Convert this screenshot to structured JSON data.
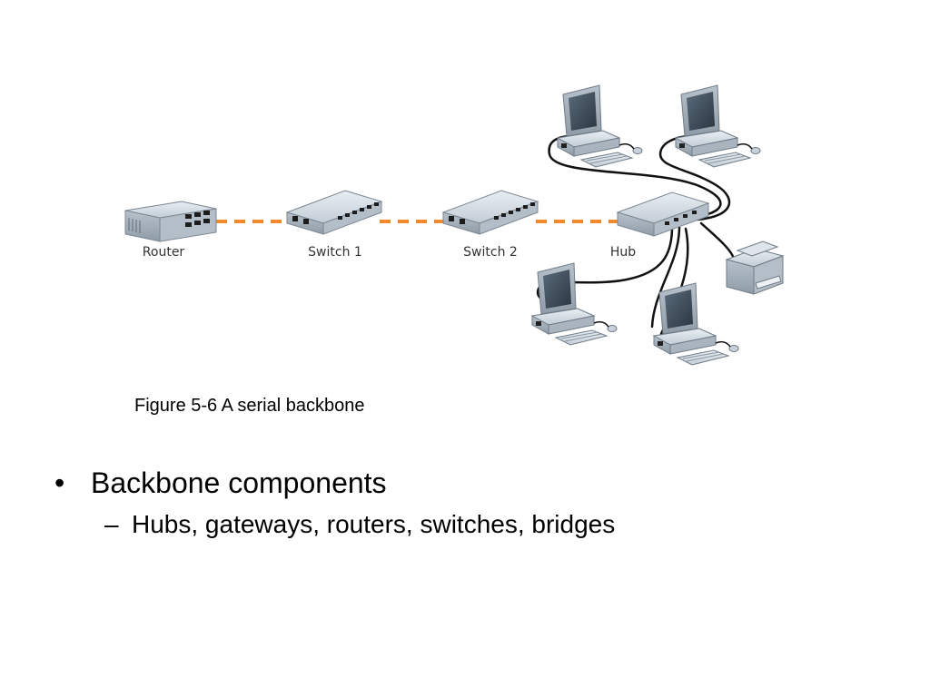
{
  "diagram": {
    "devices": {
      "router": "Router",
      "switch1": "Switch 1",
      "switch2": "Switch 2",
      "hub": "Hub"
    },
    "colors": {
      "backbone_link": "#f08a2a",
      "cable": "#111111",
      "device_body": "#c9d2da",
      "screen": "#3c4a58"
    },
    "icons": [
      "router-icon",
      "switch-icon",
      "hub-icon",
      "computer-icon",
      "printer-icon"
    ]
  },
  "caption": "Figure 5-6 A serial backbone",
  "bullets": [
    {
      "text": "Backbone components",
      "mark": "•",
      "sub": [
        {
          "mark": "–",
          "text": "Hubs, gateways, routers, switches, bridges"
        }
      ]
    }
  ]
}
